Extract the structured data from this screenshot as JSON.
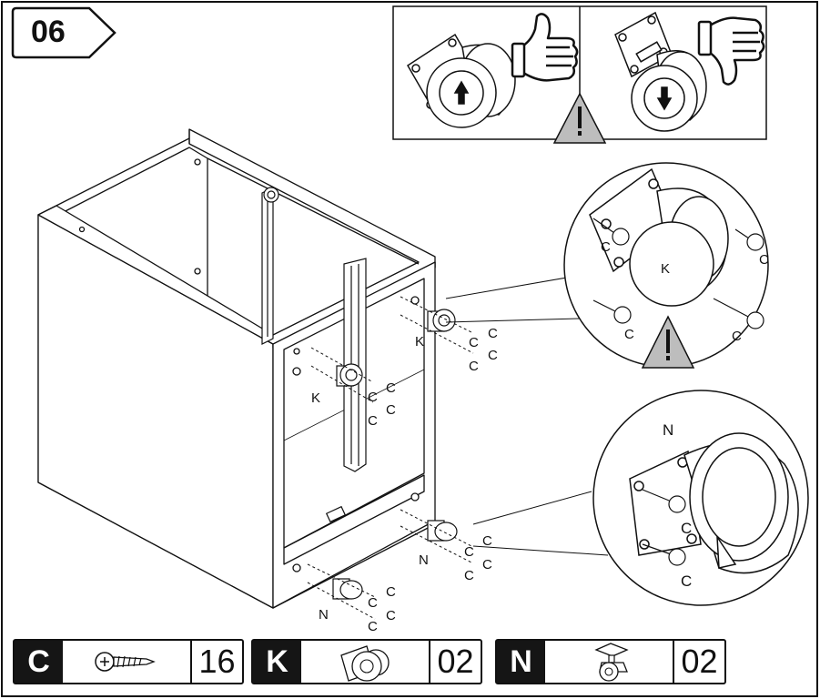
{
  "step": {
    "number": "06"
  },
  "labels": {
    "k_upper": "K",
    "k_lower": "K",
    "n_right": "N",
    "n_left": "N",
    "c": "C",
    "zoom_k": "K",
    "zoom_n": "N"
  },
  "parts": [
    {
      "letter": "C",
      "icon": "screw-icon",
      "quantity": "16"
    },
    {
      "letter": "K",
      "icon": "fixed-caster-icon",
      "quantity": "02"
    },
    {
      "letter": "N",
      "icon": "swivel-caster-icon",
      "quantity": "02"
    }
  ],
  "colors": {
    "ink": "#111111",
    "warning_fill": "#bdbdbd",
    "panel": "#ffffff"
  }
}
